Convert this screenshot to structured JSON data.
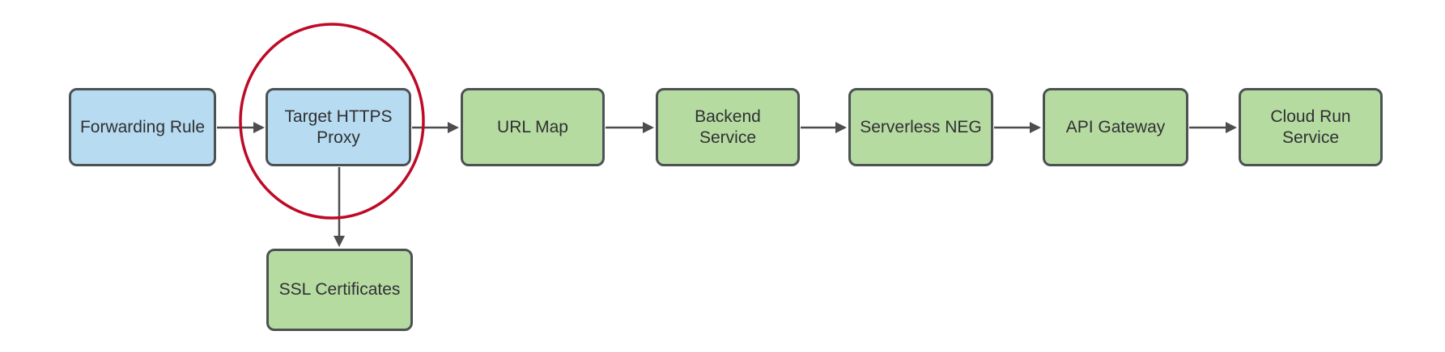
{
  "diagram": {
    "description": "Flow diagram of Google Cloud HTTPS load balancing to Cloud Run, with Target HTTPS Proxy circled in red",
    "colors": {
      "background": "#ffffff",
      "node_blue": "#b7dbf0",
      "node_green": "#b6dba1",
      "border": "#4c5154",
      "arrow": "#4d4d4d",
      "highlight_red": "#be0a26",
      "text": "#2f3033"
    },
    "nodes": [
      {
        "id": "forwarding-rule",
        "label": "Forwarding Rule",
        "fill": "blue"
      },
      {
        "id": "target-https-proxy",
        "label": "Target HTTPS Proxy",
        "fill": "blue",
        "highlighted": true
      },
      {
        "id": "url-map",
        "label": "URL Map",
        "fill": "green"
      },
      {
        "id": "backend-service",
        "label": "Backend Service",
        "fill": "green"
      },
      {
        "id": "serverless-neg",
        "label": "Serverless NEG",
        "fill": "green"
      },
      {
        "id": "api-gateway",
        "label": "API Gateway",
        "fill": "green"
      },
      {
        "id": "cloud-run-service",
        "label": "Cloud Run Service",
        "fill": "green"
      },
      {
        "id": "ssl-certificates",
        "label": "SSL Certificates",
        "fill": "green"
      }
    ],
    "edges": [
      {
        "from": "forwarding-rule",
        "to": "target-https-proxy",
        "direction": "right"
      },
      {
        "from": "target-https-proxy",
        "to": "url-map",
        "direction": "right"
      },
      {
        "from": "url-map",
        "to": "backend-service",
        "direction": "right"
      },
      {
        "from": "backend-service",
        "to": "serverless-neg",
        "direction": "right"
      },
      {
        "from": "serverless-neg",
        "to": "api-gateway",
        "direction": "right"
      },
      {
        "from": "api-gateway",
        "to": "cloud-run-service",
        "direction": "right"
      },
      {
        "from": "target-https-proxy",
        "to": "ssl-certificates",
        "direction": "down"
      }
    ],
    "annotation": {
      "shape": "ellipse",
      "around": "target-https-proxy",
      "color": "#be0a26"
    }
  }
}
